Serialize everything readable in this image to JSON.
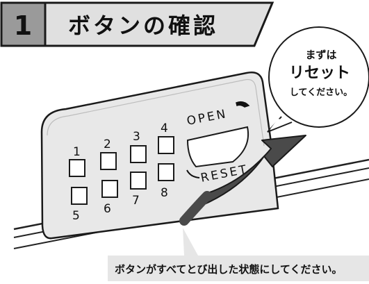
{
  "header": {
    "step_number": "1",
    "title": "ボタンの確認"
  },
  "device": {
    "open_label": "OPEN",
    "reset_label": "RESET",
    "buttons": [
      {
        "number": "1"
      },
      {
        "number": "2"
      },
      {
        "number": "3"
      },
      {
        "number": "4"
      },
      {
        "number": "5"
      },
      {
        "number": "6"
      },
      {
        "number": "7"
      },
      {
        "number": "8"
      }
    ]
  },
  "speech_bubble": {
    "line1": "まずは",
    "line2": "リセット",
    "line3": "してください。"
  },
  "footer_note": "ボタンがすべてとび出した状態にしてください。",
  "colors": {
    "header_bg": "#e0e0e0",
    "number_box_bg": "#9a9a9a",
    "device_bg": "#e8e8e8",
    "arrow": "#4a4a4a",
    "note_bg": "#e6e6e6",
    "ink": "#1a1a1a"
  }
}
